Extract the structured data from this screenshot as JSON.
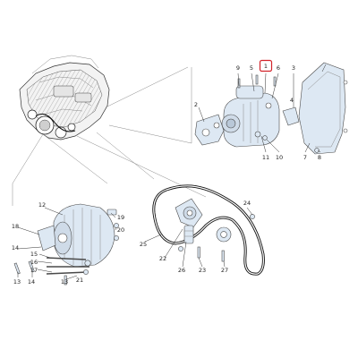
{
  "diagram": {
    "callouts": [
      {
        "id": "c1",
        "text": "1"
      },
      {
        "id": "c2",
        "text": "2"
      },
      {
        "id": "c3",
        "text": "3"
      },
      {
        "id": "c4",
        "text": "4"
      },
      {
        "id": "c5",
        "text": "5"
      },
      {
        "id": "c6",
        "text": "6"
      },
      {
        "id": "c7",
        "text": "7"
      },
      {
        "id": "c8",
        "text": "8"
      },
      {
        "id": "c9",
        "text": "9"
      },
      {
        "id": "c10",
        "text": "10"
      },
      {
        "id": "c11",
        "text": "11"
      },
      {
        "id": "c12",
        "text": "12"
      },
      {
        "id": "c13a",
        "text": "13"
      },
      {
        "id": "c13b",
        "text": "13"
      },
      {
        "id": "c14a",
        "text": "14"
      },
      {
        "id": "c14b",
        "text": "14"
      },
      {
        "id": "c15",
        "text": "15"
      },
      {
        "id": "c16",
        "text": "16"
      },
      {
        "id": "c17",
        "text": "17"
      },
      {
        "id": "c18",
        "text": "18"
      },
      {
        "id": "c19",
        "text": "19"
      },
      {
        "id": "c20",
        "text": "20"
      },
      {
        "id": "c21",
        "text": "21"
      },
      {
        "id": "c22",
        "text": "22"
      },
      {
        "id": "c23",
        "text": "23"
      },
      {
        "id": "c24",
        "text": "24"
      },
      {
        "id": "c25",
        "text": "25"
      },
      {
        "id": "c26",
        "text": "26"
      },
      {
        "id": "c27",
        "text": "27"
      }
    ],
    "highlighted_callout": "1",
    "highlight_color": "#d2232a",
    "part_fill_color": "#dde8f3"
  }
}
